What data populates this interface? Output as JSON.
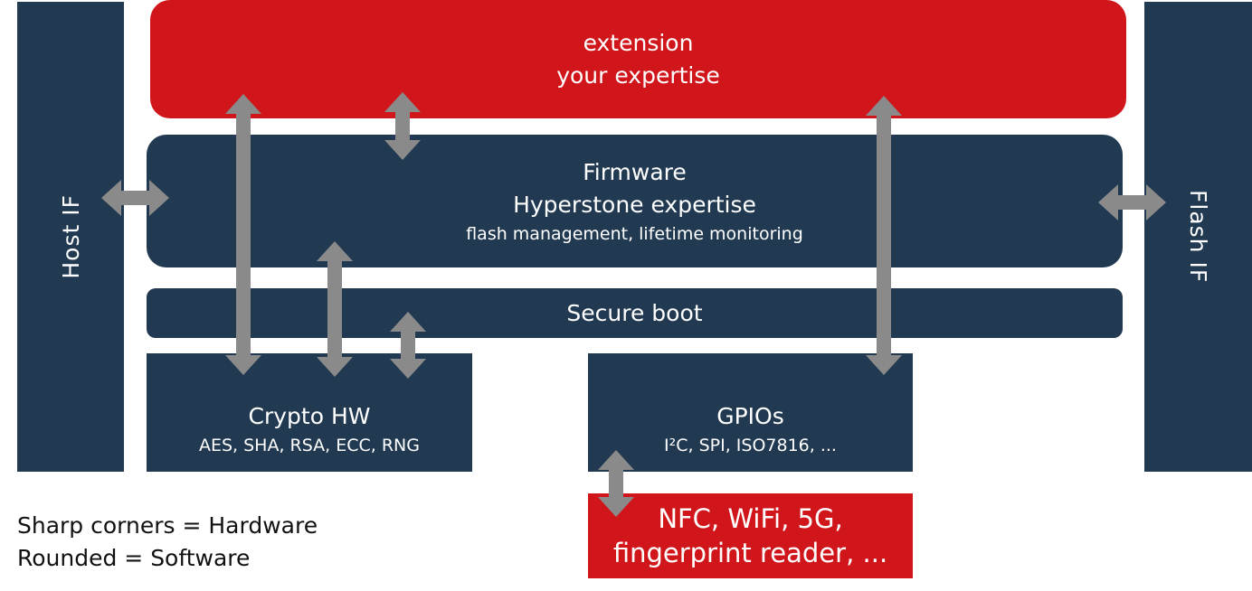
{
  "host_if": {
    "label": "Host IF"
  },
  "flash_if": {
    "label": "Flash IF"
  },
  "extension": {
    "line1": "extension",
    "line2": "your expertise"
  },
  "firmware": {
    "line1": "Firmware",
    "line2": "Hyperstone expertise",
    "line3": "flash management, lifetime monitoring"
  },
  "secure_boot": {
    "label": "Secure boot"
  },
  "crypto": {
    "title": "Crypto HW",
    "subtitle": "AES, SHA, RSA, ECC, RNG"
  },
  "gpios": {
    "title": "GPIOs",
    "subtitle": "I²C, SPI, ISO7816, ..."
  },
  "peripherals": {
    "line1": "NFC, WiFi, 5G,",
    "line2": "fingerprint reader, ..."
  },
  "legend": {
    "line1": "Sharp corners = Hardware",
    "line2": "Rounded = Software"
  },
  "colors": {
    "navy": "#213a52",
    "red": "#d0161b",
    "arrow": "#8a8a8a"
  }
}
